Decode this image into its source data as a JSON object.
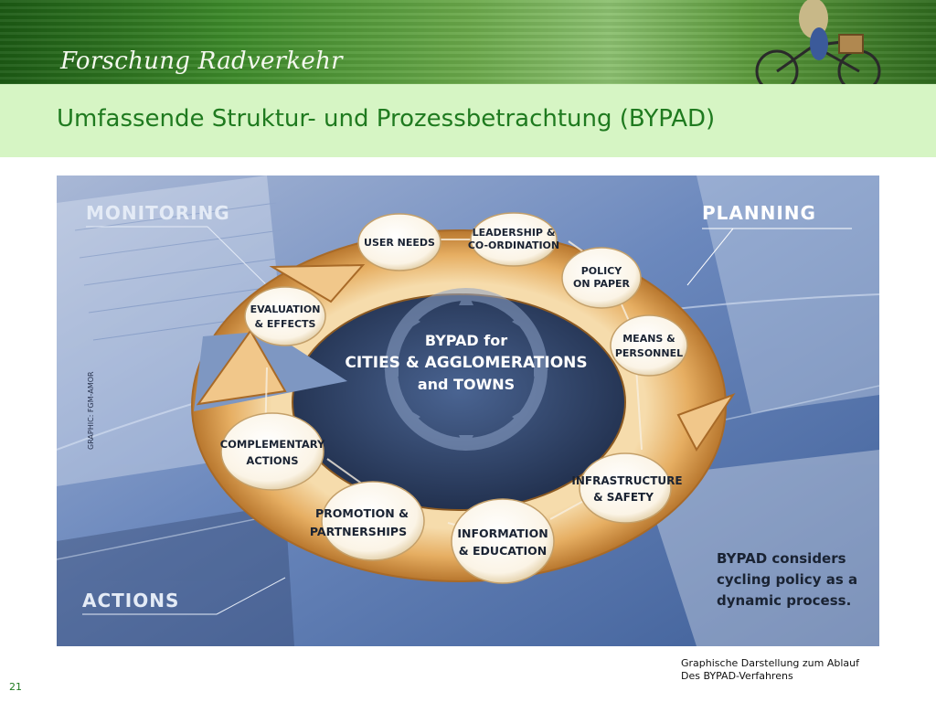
{
  "header": {
    "brand": "Forschung Radverkehr"
  },
  "slide": {
    "title": "Umfassende Struktur- und Prozessbetrachtung (BYPAD)",
    "page_number": "21"
  },
  "diagram": {
    "corner_labels": {
      "monitoring": "MONITORING",
      "planning": "PLANNING",
      "actions": "ACTIONS"
    },
    "center": {
      "line1": "BYPAD for",
      "line2": "CITIES & AGGLOMERATIONS",
      "line3": "and TOWNS"
    },
    "nodes": {
      "user_needs": [
        "USER NEEDS"
      ],
      "leadership": [
        "LEADERSHIP &",
        "CO-ORDINATION"
      ],
      "policy": [
        "POLICY",
        "ON PAPER"
      ],
      "means": [
        "MEANS &",
        "PERSONNEL"
      ],
      "infrastructure": [
        "INFRASTRUCTURE",
        "& SAFETY"
      ],
      "information": [
        "INFORMATION",
        "& EDUCATION"
      ],
      "promotion": [
        "PROMOTION &",
        "PARTNERSHIPS"
      ],
      "complementary": [
        "COMPLEMENTARY",
        "ACTIONS"
      ],
      "evaluation": [
        "EVALUATION",
        "& EFFECTS"
      ]
    },
    "note": [
      "BYPAD considers",
      "cycling policy as a",
      "dynamic process."
    ],
    "credit": "GRAPHIC: FGM-AMOR"
  },
  "caption": {
    "line1": "Graphische Darstellung zum Ablauf",
    "line2": "Des BYPAD-Verfahrens"
  },
  "colors": {
    "title_green": "#1f7a1f",
    "title_band": "#d6f5c4",
    "ring_gold": "#e0a858",
    "diagram_bg": "#5e7fb5"
  }
}
